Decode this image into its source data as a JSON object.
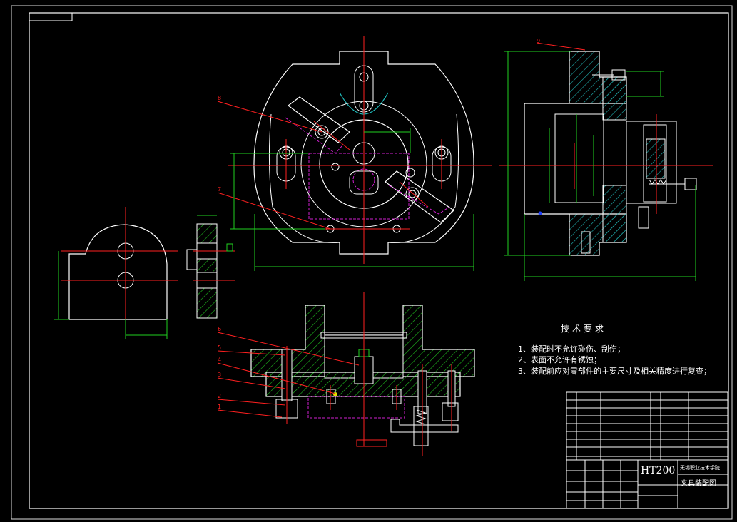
{
  "tech_requirements": {
    "title": "技术要求",
    "items": [
      "1、装配时不允许碰伤、刮伤；",
      "2、表面不允许有锈蚀；",
      "3、装配前应对零部件的主要尺寸及相关精度进行复查；"
    ]
  },
  "title_block": {
    "material": "HT200",
    "school": "无锡职业技术学院",
    "drawing_name": "夹具装配图"
  },
  "callouts_top": [
    "8",
    "7"
  ],
  "callouts_side": [
    "9"
  ],
  "callouts_section": [
    "6",
    "5",
    "4",
    "3",
    "2",
    "1"
  ],
  "colors": {
    "outline": "#ffffff",
    "centerline": "#ff2020",
    "hatch": "#20c020",
    "dimension": "#20d020",
    "hidden": "#d020d0",
    "cyan": "#20c0c0"
  }
}
